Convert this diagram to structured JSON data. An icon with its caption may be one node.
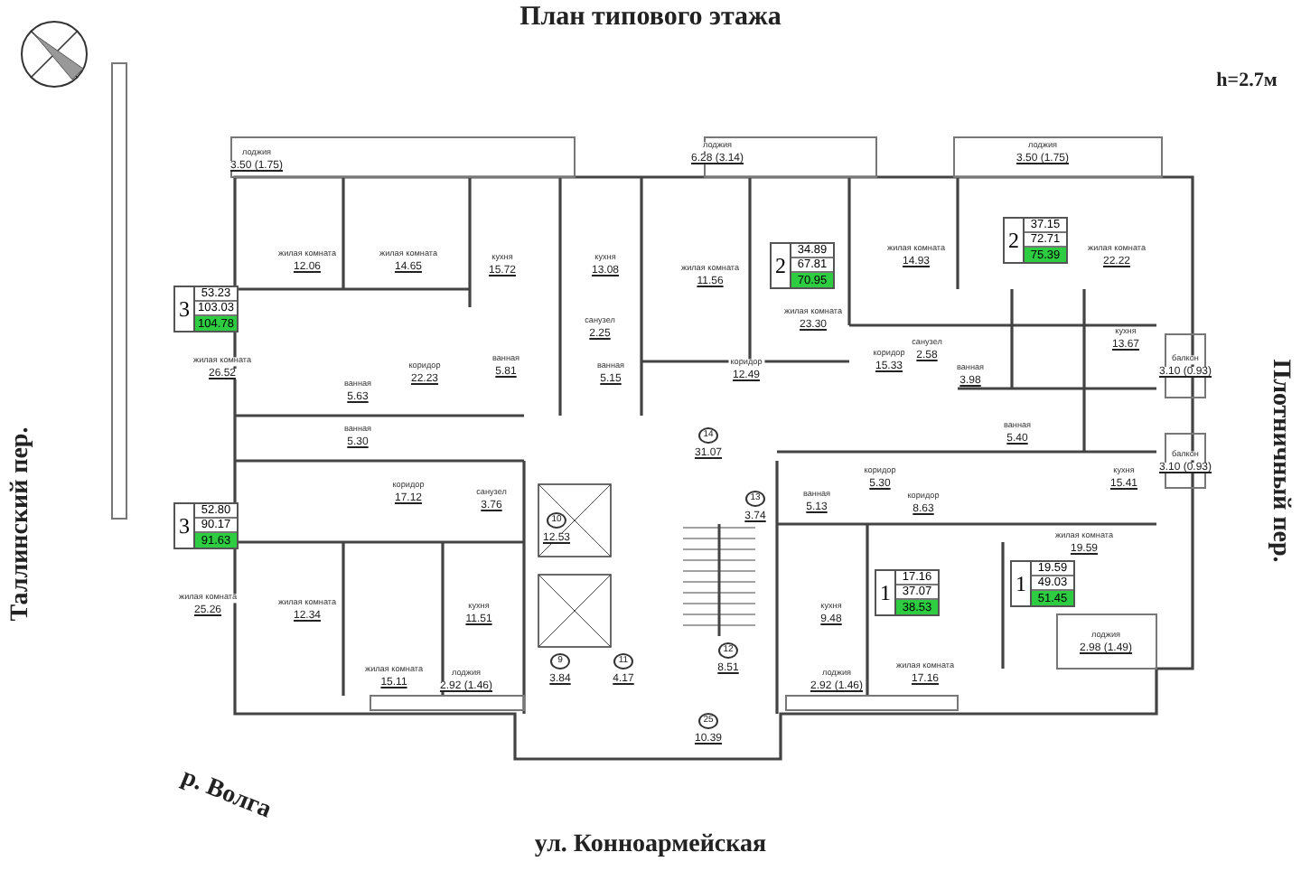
{
  "diagram": {
    "title": "План типового этажа",
    "nodes": [
      {
        "text": [
          "3",
          "53.23",
          "103.03",
          "104.78"
        ]
      },
      {
        "text": [
          "2",
          "34.89",
          "67.81",
          "70.95"
        ]
      },
      {
        "text": [
          "2",
          "37.15",
          "72.71",
          "75.39"
        ]
      },
      {
        "text": [
          "3",
          "52.80",
          "90.17",
          "91.63"
        ]
      },
      {
        "text": [
          "1",
          "17.16",
          "37.07",
          "38.53"
        ]
      },
      {
        "text": [
          "1",
          "19.59",
          "49.03",
          "51.45"
        ]
      }
    ],
    "labels": [
      "h=2.7м",
      "лоджия",
      "3.50 (1.75)",
      "лоджия",
      "6.28 (3.14)",
      "лоджия",
      "3.50 (1.75)",
      "жилая комната",
      "12.06",
      "жилая комната",
      "14.65",
      "кухня",
      "15.72",
      "кухня",
      "13.08",
      "жилая комната",
      "14.93",
      "жилая комната",
      "22.22",
      "жилая комната",
      "11.56",
      "жилая комната",
      "23.30",
      "санузел",
      "2.25",
      "кухня",
      "13.67",
      "санузел",
      "2.58",
      "ванная",
      "3.98",
      "коридор",
      "12.49",
      "коридор",
      "15.33",
      "балкон",
      "3.10 (0.93)",
      "жилая комната",
      "26.52",
      "ванная",
      "5.81",
      "коридор",
      "22.23",
      "ванная",
      "5.15",
      "ванная",
      "5.63",
      "ванная",
      "5.30",
      "ванная",
      "5.40",
      "14",
      "31.07",
      "балкон",
      "3.10 (0.93)",
      "коридор",
      "5.30",
      "коридор",
      "8.63",
      "кухня",
      "15.41",
      "коридор",
      "17.12",
      "санузел",
      "3.76",
      "ванная",
      "5.13",
      "13",
      "3.74",
      "10",
      "12.53",
      "жилая комната",
      "25.26",
      "лоджия",
      "2.98 (1.49)",
      "жилая комната",
      "12.34",
      "кухня",
      "11.51",
      "кухня",
      "9.48",
      "жилая комната",
      "19.59",
      "12",
      "8.51",
      "9",
      "3.84",
      "11",
      "4.17",
      "жилая комната",
      "17.16",
      "жилая комната",
      "15.11",
      "лоджия",
      "2.92 (1.46)",
      "лоджия",
      "2.92 (1.46)",
      "25",
      "10.39",
      "Таллинский пер.",
      "Плотничный пер.",
      "р. Волга",
      "ул. Конноармейская"
    ]
  }
}
